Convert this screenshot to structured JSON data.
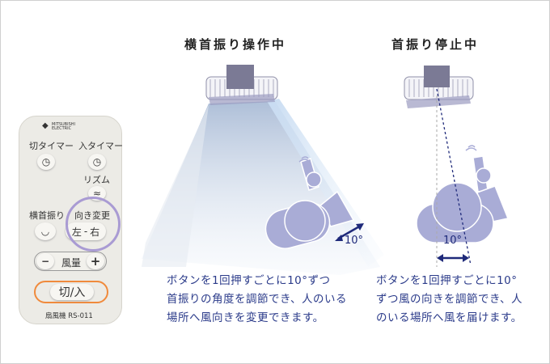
{
  "remote": {
    "brand": "MITSUBISHI ELECTRIC",
    "off_timer": "切タイマー",
    "on_timer": "入タイマー",
    "rhythm": "リズム",
    "swing": "横首振り",
    "direction": "向き変更",
    "left": "左",
    "dash": "-",
    "right": "右",
    "minus": "−",
    "fan_speed": "風量",
    "plus": "+",
    "power": "切/入",
    "model": "扇風機  RS-011",
    "highlight_color": "#a99bd3",
    "power_ring_color": "#f08a3c"
  },
  "left_panel": {
    "title": "横首振り操作中",
    "angle": "10°",
    "lines": [
      "ボタンを1回押すごとに10°ずつ",
      "首振りの角度を調節でき、人のいる",
      "場所へ風向きを変更できます。"
    ]
  },
  "right_panel": {
    "title": "首振り停止中",
    "angle": "10°",
    "lines": [
      "ボタンを1回押すごとに10°",
      "ずつ風の向きを調節でき、人",
      "のいる場所へ風を届けます。"
    ]
  },
  "colors": {
    "text": "#2b3b8a",
    "figure": "#a9acd6",
    "arrow": "#1f2a7a"
  }
}
